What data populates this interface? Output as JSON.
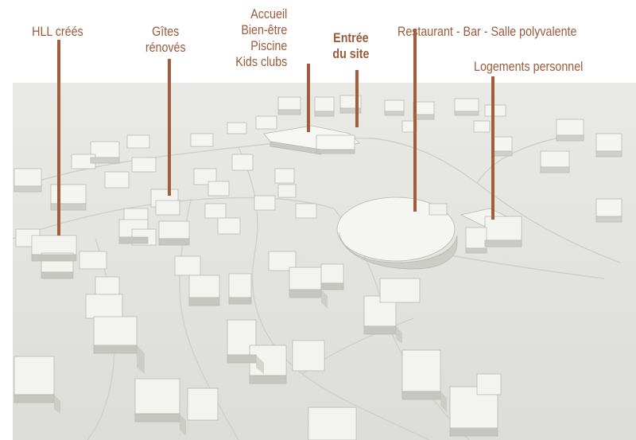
{
  "accent_color": "#a35d3c",
  "labels": {
    "hll": "HLL créés",
    "gites_1": "Gîtes",
    "gites_2": "rénovés",
    "accueil_1": "Accueil",
    "accueil_2": "Bien-être",
    "accueil_3": "Piscine",
    "accueil_4": "Kids clubs",
    "entree_1": "Entrée",
    "entree_2": "du site",
    "restaurant": "Restaurant - Bar - Salle polyvalente",
    "logements": "Logements personnel"
  }
}
